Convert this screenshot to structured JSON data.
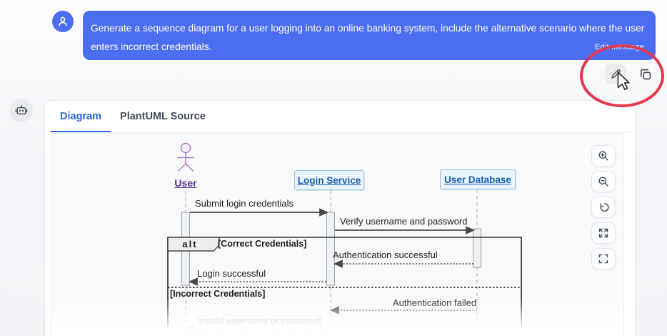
{
  "colors": {
    "bubble_blue": "#4b6df2",
    "tab_active_blue": "#2a69d6",
    "annotation_red": "#e4394e",
    "actor_purple": "#b07cc6",
    "actor_label_purple": "#5b2d91",
    "participant_blue": "#1a5fb4",
    "participant_fill": "#eaf4fc"
  },
  "user_message": {
    "text": "Generate a sequence diagram for a user logging into an online banking system, include the alternative scenario where the user enters incorrect credentials.",
    "edit_hint": "Edit message",
    "actions": [
      {
        "name": "edit-message",
        "icon": "pencil-icon"
      },
      {
        "name": "copy-message",
        "icon": "copy-icon"
      }
    ]
  },
  "annotation": {
    "shape": "ellipse",
    "target": "edit-message-button"
  },
  "assistant_panel": {
    "tabs": [
      {
        "label": "Diagram",
        "active": true
      },
      {
        "label": "PlantUML Source",
        "active": false
      }
    ],
    "viewer_controls": [
      {
        "name": "zoom-in",
        "icon": "zoom-in-icon"
      },
      {
        "name": "zoom-out",
        "icon": "zoom-out-icon"
      },
      {
        "name": "reset-view",
        "icon": "reset-icon"
      },
      {
        "name": "expand",
        "icon": "expand-icon"
      },
      {
        "name": "fullscreen",
        "icon": "fullscreen-icon"
      }
    ]
  },
  "diagram": {
    "type": "plantuml-sequence",
    "participants": [
      {
        "name": "User",
        "kind": "actor"
      },
      {
        "name": "Login Service",
        "kind": "participant"
      },
      {
        "name": "User Database",
        "kind": "participant"
      }
    ],
    "frame": {
      "operator": "alt",
      "conditions": [
        "[Correct Credentials]",
        "[Incorrect Credentials]"
      ]
    },
    "messages": [
      {
        "text": "Submit login credentials",
        "from": "User",
        "to": "Login Service",
        "style": "solid"
      },
      {
        "text": "Verify username and password",
        "from": "Login Service",
        "to": "User Database",
        "style": "solid"
      },
      {
        "text": "Authentication successful",
        "from": "User Database",
        "to": "Login Service",
        "style": "dotted"
      },
      {
        "text": "Login successful",
        "from": "Login Service",
        "to": "User",
        "style": "dotted"
      },
      {
        "text": "Authentication failed",
        "from": "User Database",
        "to": "Login Service",
        "style": "dotted"
      },
      {
        "text": "Invalid username or password",
        "from": "Login Service",
        "to": "User",
        "style": "dotted"
      }
    ]
  }
}
